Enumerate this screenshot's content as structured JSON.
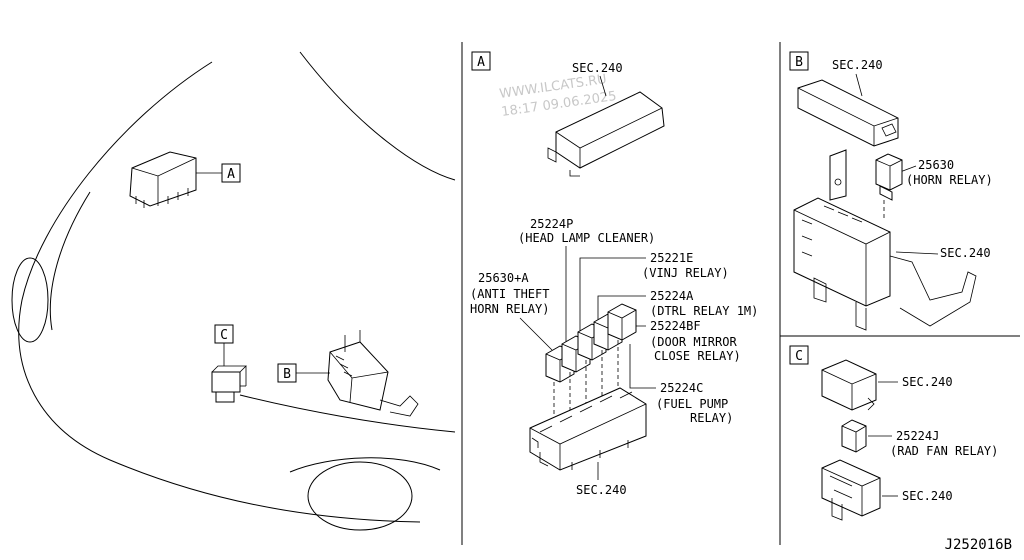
{
  "watermark": {
    "line1": "WWW.ILCATS.RU",
    "line2": "18:17 09.06.2025"
  },
  "overview": {
    "callout_a": "A",
    "callout_b": "B",
    "callout_c": "C"
  },
  "panel_a": {
    "tag": "A",
    "sec_top": "SEC.240",
    "sec_bottom": "SEC.240",
    "relays": [
      {
        "part": "25224P",
        "desc": "(HEAD LAMP CLEANER)"
      },
      {
        "part": "25221E",
        "desc": "(VINJ RELAY)"
      },
      {
        "part": "25630+A",
        "desc1": "(ANTI THEFT",
        "desc2": "HORN RELAY)"
      },
      {
        "part": "25224A",
        "desc": "(DTRL RELAY 1M)"
      },
      {
        "part": "25224BF",
        "desc1": "(DOOR MIRROR",
        "desc2": "CLOSE RELAY)"
      },
      {
        "part": "25224C",
        "desc1": "(FUEL PUMP",
        "desc2": "RELAY)"
      }
    ]
  },
  "panel_b": {
    "tag": "B",
    "sec_top": "SEC.240",
    "sec_side": "SEC.240",
    "relay_part": "25630",
    "relay_desc": "(HORN RELAY)"
  },
  "panel_c": {
    "tag": "C",
    "sec_top": "SEC.240",
    "sec_bottom": "SEC.240",
    "relay_part": "25224J",
    "relay_desc": "(RAD FAN RELAY)"
  },
  "diagram_code": "J252016B"
}
